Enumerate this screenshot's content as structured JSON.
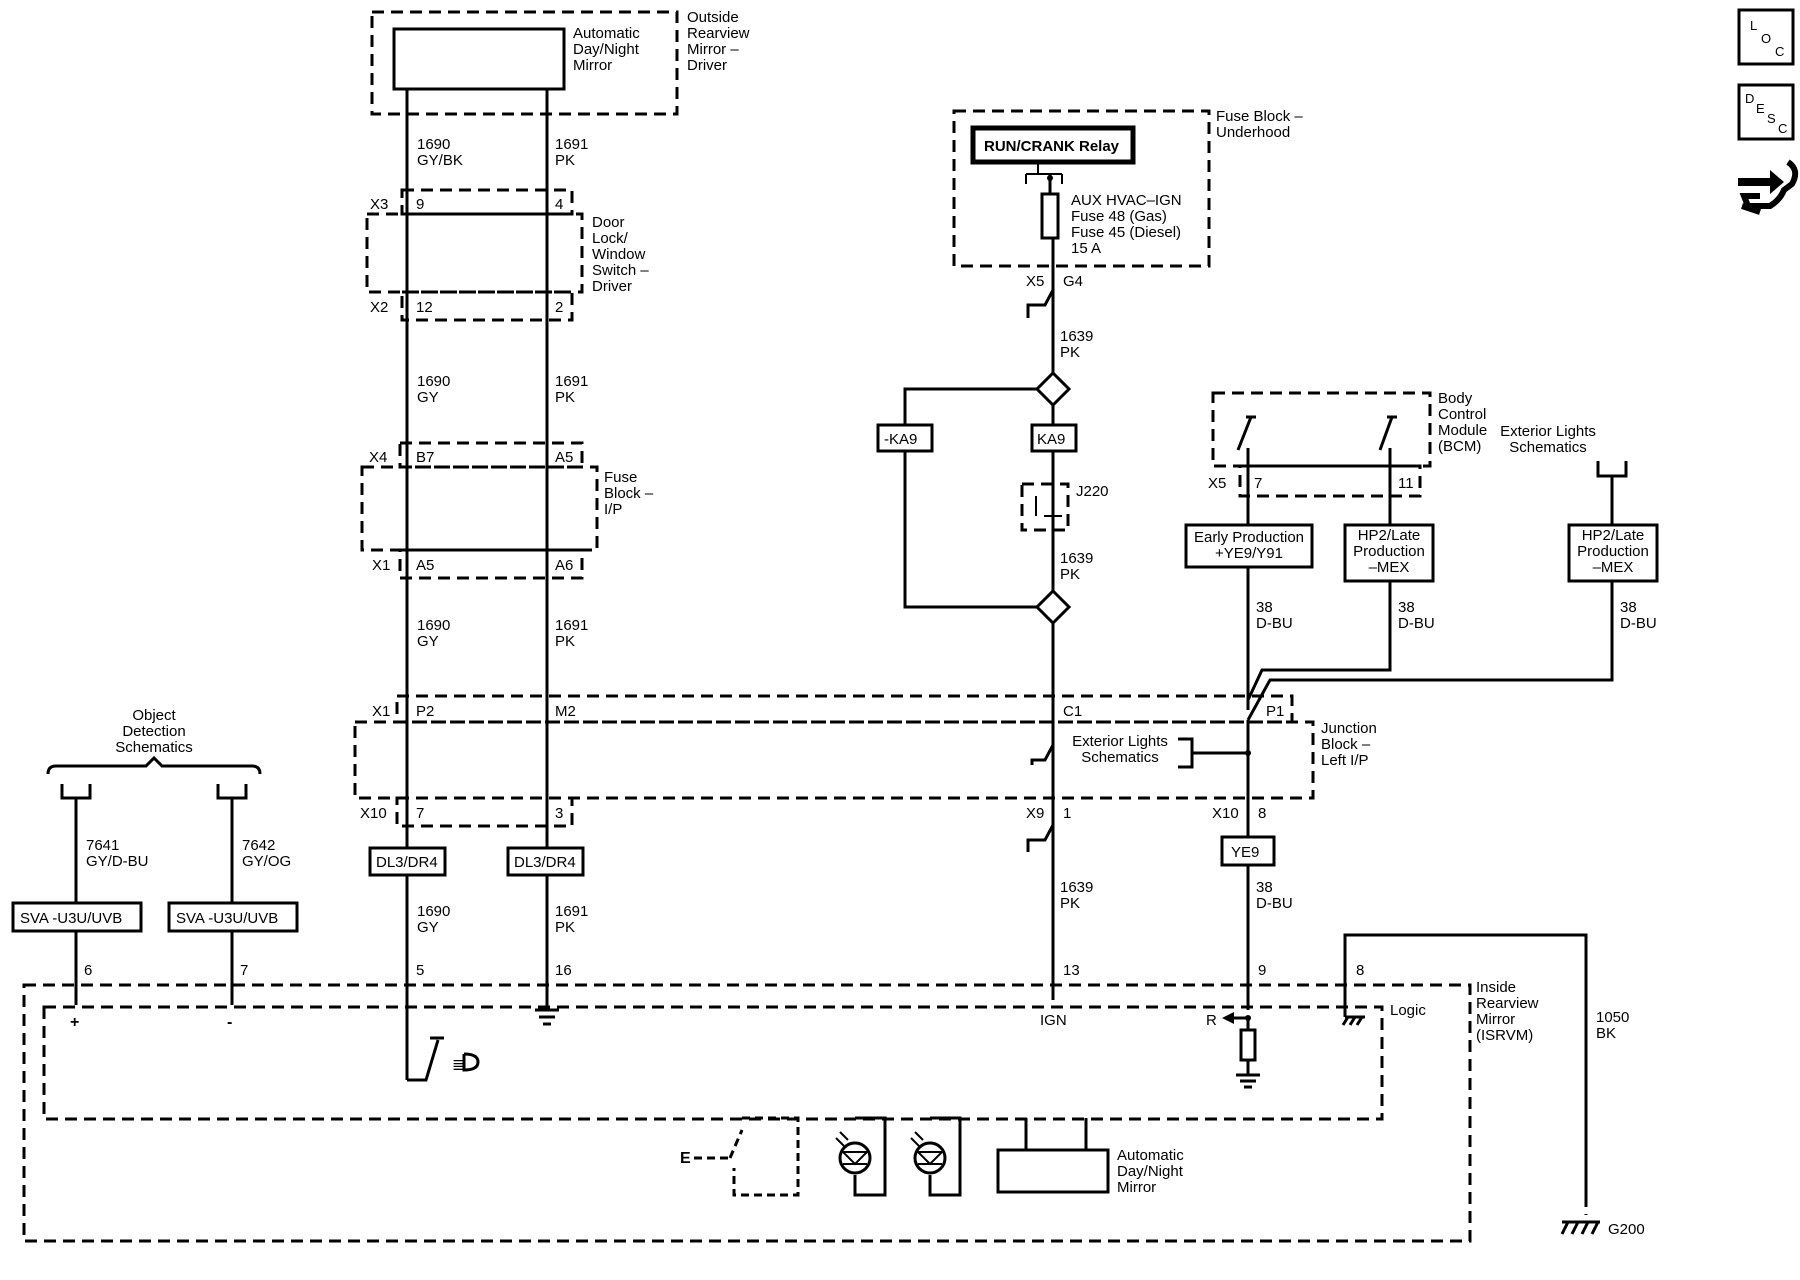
{
  "mirror_driver": {
    "device": "Automatic Day/Night Mirror",
    "title": "Outside Rearview Mirror - Driver"
  },
  "wire1690_top": {
    "circuit": "1690",
    "color": "GY/BK"
  },
  "wire1691_top": {
    "circuit": "1691",
    "color": "PK"
  },
  "door_switch": {
    "title": "Door Lock/ Window Switch - Driver",
    "x3": "X3",
    "x3_p1": "9",
    "x3_p2": "4",
    "x2": "X2",
    "x2_p1": "12",
    "x2_p2": "2"
  },
  "wire1690_mid": {
    "circuit": "1690",
    "color": "GY"
  },
  "wire1691_mid": {
    "circuit": "1691",
    "color": "PK"
  },
  "fuse_ip": {
    "title": "Fuse Block - I/P",
    "x4": "X4",
    "x4_p1": "B7",
    "x4_p2": "A5",
    "x1": "X1",
    "x1_p1": "A5",
    "x1_p2": "A6"
  },
  "wire1690_low": {
    "circuit": "1690",
    "color": "GY"
  },
  "wire1691_low": {
    "circuit": "1691",
    "color": "PK"
  },
  "fuse_underhood": {
    "title": "Fuse Block - Underhood",
    "relay": "RUN/CRANK Relay",
    "fuse_name": "AUX HVAC-IGN",
    "fuse_gas": "Fuse 48 (Gas)",
    "fuse_diesel": "Fuse 45 (Diesel)",
    "fuse_rating": "15 A",
    "conn": "X5",
    "pin": "G4"
  },
  "wire1639_a": {
    "circuit": "1639",
    "color": "PK"
  },
  "wire1639_b": {
    "circuit": "1639",
    "color": "PK"
  },
  "wire1639_c": {
    "circuit": "1639",
    "color": "PK"
  },
  "option_neg_ka9": "-KA9",
  "option_ka9": "KA9",
  "splice_j220": "J220",
  "bcm": {
    "title": "Body Control Module (BCM)",
    "conn": "X5",
    "pin1": "7",
    "pin2": "11"
  },
  "ext_lights_top": "Exterior Lights Schematics",
  "early_prod": "Early Production +YE9/Y91",
  "hp2_a": "HP2/Late Production -MEX",
  "hp2_b": "HP2/Late Production -MEX",
  "wire38_a": {
    "circuit": "38",
    "color": "D-BU"
  },
  "wire38_b": {
    "circuit": "38",
    "color": "D-BU"
  },
  "wire38_c": {
    "circuit": "38",
    "color": "D-BU"
  },
  "wire38_d": {
    "circuit": "38",
    "color": "D-BU"
  },
  "junction": {
    "title": "Junction Block - Left I/P",
    "x1": "X1",
    "p_p2": "P2",
    "p_m2": "M2",
    "p_c1": "C1",
    "p_p1": "P1",
    "ext_lights": "Exterior Lights Schematics",
    "x10": "X10",
    "x10_p1": "7",
    "x10_p2": "3",
    "x9": "X9",
    "x9_pin": "1",
    "x10b": "X10",
    "x10b_pin": "8"
  },
  "dl3_a": "DL3/DR4",
  "dl3_b": "DL3/DR4",
  "ye9": "YE9",
  "wire1690_bot": {
    "circuit": "1690",
    "color": "GY"
  },
  "wire1691_bot": {
    "circuit": "1691",
    "color": "PK"
  },
  "object_detection": "Object Detection Schematics",
  "wire7641": {
    "circuit": "7641",
    "color": "GY/D-BU"
  },
  "wire7642": {
    "circuit": "7642",
    "color": "GY/OG"
  },
  "sva_a": "SVA -U3U/UVB",
  "sva_b": "SVA -U3U/UVB",
  "isrvm": {
    "title": "Inside Rearview Mirror (ISRVM)",
    "logic": "Logic",
    "pin6": "6",
    "pin7": "7",
    "pin5": "5",
    "pin16": "16",
    "pin13": "13",
    "pin9": "9",
    "pin8": "8",
    "plus": "+",
    "minus": "-",
    "ign": "IGN",
    "r": "R",
    "e_label": "E",
    "device": "Automatic Day/Night Mirror"
  },
  "wire1050": {
    "circuit": "1050",
    "color": "BK"
  },
  "ground": "G200",
  "nav": {
    "loc_1": "L",
    "loc_2": "O",
    "loc_3": "C",
    "desc_1": "D",
    "desc_2": "E",
    "desc_3": "S",
    "desc_4": "C"
  }
}
